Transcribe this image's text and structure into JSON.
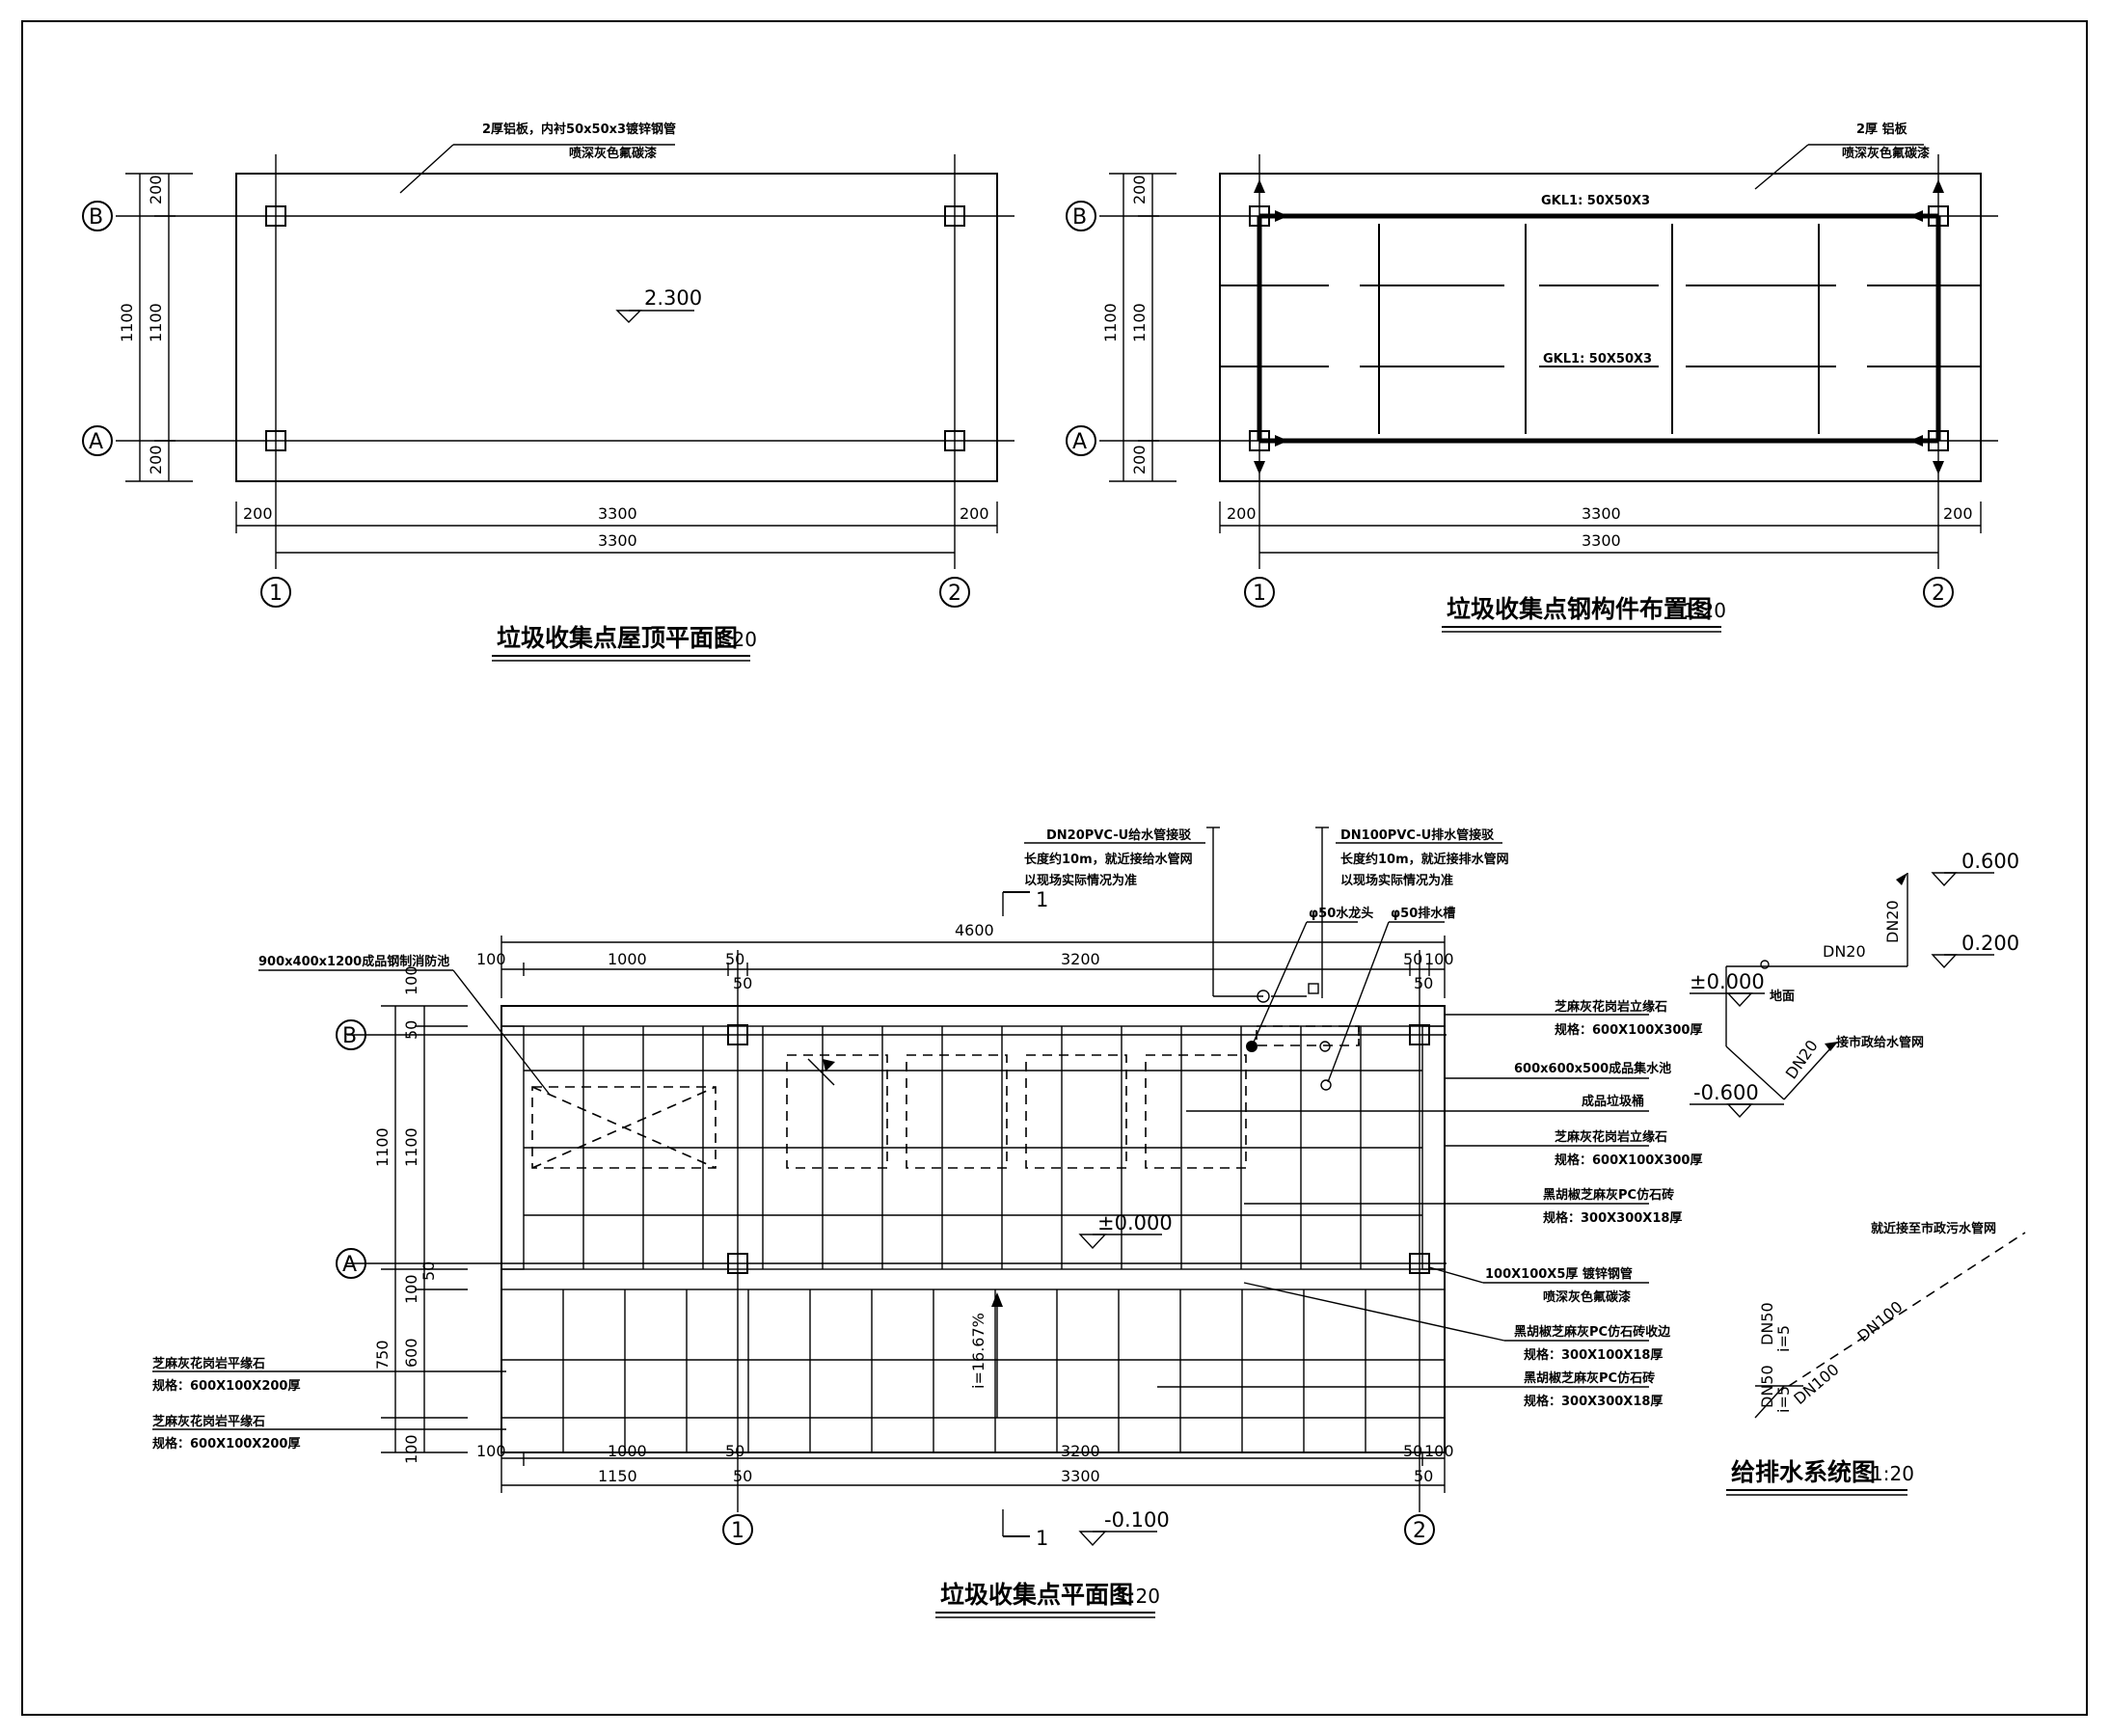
{
  "roof_plan": {
    "title": "垃圾收集点屋顶平面图",
    "scale": "1:20",
    "note_line1": "2厚铝板，内衬50x50x3镀锌钢管",
    "note_line2": "喷深灰色氟碳漆",
    "elevation": "2.300",
    "dims_v": [
      "200",
      "1100",
      "1100",
      "200"
    ],
    "dims_h_top": [
      "200",
      "3300",
      "200"
    ],
    "dims_h_bottom": "3300",
    "axes": [
      "B",
      "A",
      "1",
      "2"
    ]
  },
  "steel_plan": {
    "title": "垃圾收集点钢构件布置图",
    "scale": "1:20",
    "note_line1": "2厚 铝板",
    "note_line2": "喷深灰色氟碳漆",
    "beam_label_1": "GKL1: 50X50X3",
    "beam_label_2": "GKL1: 50X50X3",
    "dims_v": [
      "200",
      "1100",
      "1100",
      "200"
    ],
    "dims_h_top": [
      "200",
      "3300",
      "200"
    ],
    "dims_h_bottom": "3300",
    "axes": [
      "B",
      "A",
      "1",
      "2"
    ]
  },
  "floor_plan": {
    "title": "垃圾收集点平面图",
    "scale": "1:20",
    "section_mark": "1",
    "dn20_note": [
      "DN20PVC-U给水管接驳",
      "长度约10m，就近接给水管网",
      "以现场实际情况为准"
    ],
    "dn100_note": [
      "DN100PVC-U排水管接驳",
      "长度约10m，就近接排水管网",
      "以现场实际情况为准"
    ],
    "tag_faucet": "φ50水龙头",
    "tag_drain": "φ50排水槽",
    "tag_bin": "900x400x1200成品钢制消防池",
    "right_notes": [
      [
        "芝麻灰花岗岩立缘石",
        "规格：600X100X300厚"
      ],
      [
        "600x600x500成品集水池"
      ],
      [
        "成品垃圾桶"
      ],
      [
        "芝麻灰花岗岩立缘石",
        "规格：600X100X300厚"
      ],
      [
        "黑胡椒芝麻灰PC仿石砖",
        "规格：300X300X18厚"
      ],
      [
        "100X100X5厚 镀锌钢管",
        "喷深灰色氟碳漆"
      ],
      [
        "黑胡椒芝麻灰PC仿石砖收边",
        "规格：300X100X18厚"
      ],
      [
        "黑胡椒芝麻灰PC仿石砖",
        "规格：300X300X18厚"
      ]
    ],
    "left_notes": [
      [
        "芝麻灰花岗岩平缘石",
        "规格：600X100X200厚"
      ],
      [
        "芝麻灰花岗岩平缘石",
        "规格：600X100X200厚"
      ]
    ],
    "elev_zero": "±0.000",
    "elev_bottom": "-0.100",
    "slope": "i=16.67%",
    "dim_overall_top": "4600",
    "dims_top": [
      "100",
      "1000",
      "50",
      "50",
      "3200",
      "50",
      "100",
      "50"
    ],
    "dims_bottom": [
      "100",
      "1000",
      "50",
      "3200",
      "50",
      "100"
    ],
    "dims_bottom2": [
      "1150",
      "50",
      "3300",
      "50"
    ],
    "dims_left_a": [
      "100",
      "50",
      "1100",
      "50",
      "100",
      "600",
      "100"
    ],
    "dims_left_b": [
      "1100",
      "750"
    ],
    "axes": [
      "B",
      "A",
      "1",
      "2"
    ]
  },
  "water_system": {
    "title": "给排水系统图",
    "scale": "1:20",
    "elev_top": "0.600",
    "elev_mid": "0.200",
    "elev_zero": "±0.000",
    "elev_low": "-0.600",
    "ground": "地面",
    "dn20_v": "DN20",
    "dn20_h": "DN20",
    "dn20_d": "DN20",
    "to_supply": "接市政给水管网",
    "to_drain": "就近接至市政污水管网",
    "dn50_a": "DN50",
    "dn50_b": "DN50",
    "dn100_a": "DN100",
    "dn100_b": "DN100",
    "slope_a": "i=5",
    "slope_b": "i=5"
  }
}
